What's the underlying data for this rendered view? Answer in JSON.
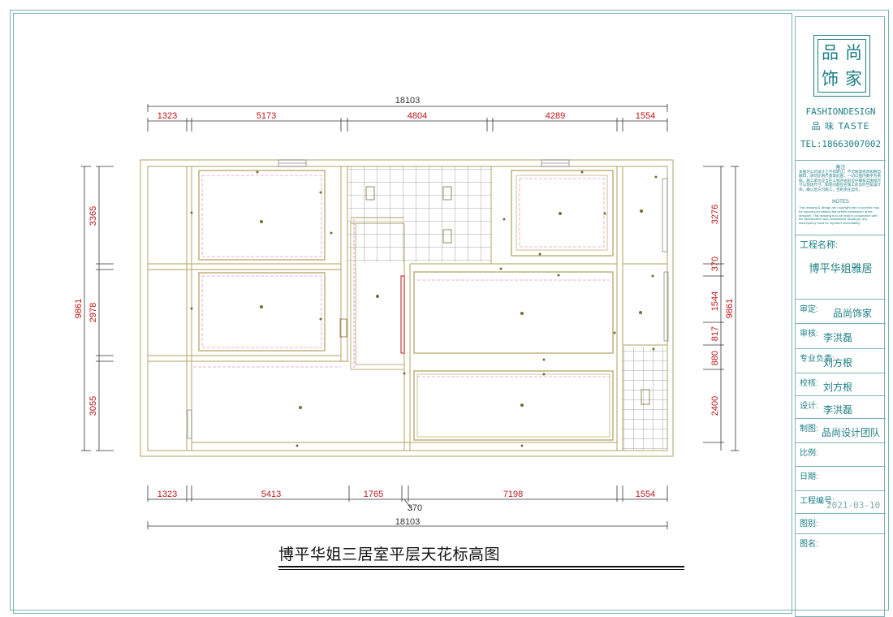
{
  "drawing": {
    "dimensions": {
      "top_total": "18103",
      "top_segments": [
        "1323",
        "5173",
        "4804",
        "4289",
        "1554"
      ],
      "bottom_segments": [
        "1323",
        "5413",
        "1765",
        "7198",
        "1554"
      ],
      "bottom_small": "370",
      "bottom_total": "18103",
      "left_segments": [
        "3365",
        "2978",
        "3055"
      ],
      "left_total": "9861",
      "right_segments": [
        "3276",
        "370",
        "1544",
        "817",
        "880",
        "2400"
      ],
      "right_total": "9861"
    },
    "colors": {
      "dimension_line": "#333333",
      "dimension_text": "#c0161b",
      "wall": "#bfb27a",
      "fixture": "#e39ad0",
      "tile": "#8a8a8a"
    }
  },
  "caption": "博平华姐三居室平层天花标高图",
  "title_block": {
    "logo_chars": [
      "品",
      "尚",
      "饰",
      "家"
    ],
    "brand_en": "FASHIONDESIGN",
    "brand_cn": "品 味 TASTE",
    "phone": "TEL:18663007002",
    "notes_title": "备注",
    "notes_body": "本图为公司设计之不得转让，不可随意修改和擅自翻印，请勿比例尺量取此图，一切以图内数字为依据。施工单位应当在工程开始前应仔细核实图纸尺寸与现场尺寸，如有问题应在施工前及时告知设计师，确认后方可施工，否则责任自负。",
    "notes_en_title": "NOTES",
    "notes_en": "This drawing & design are copyright and no portion may be reproduced without the written permission of the designer. This drawing is to be read in conjunction with the specification and consultants' drawings; any discrepancy must be reported immediately.",
    "project_label": "工程名称:",
    "project_name": "博平华姐雅居",
    "rows": [
      {
        "label": "审定:",
        "value": "品尚饰家"
      },
      {
        "label": "审核:",
        "value": "李洪磊"
      },
      {
        "label": "专业负责:",
        "value": "刘方根"
      },
      {
        "label": "校核:",
        "value": "刘方根"
      },
      {
        "label": "设计:",
        "value": "李洪磊"
      },
      {
        "label": "制图:",
        "value": "品尚设计团队"
      },
      {
        "label": "比例:",
        "value": ""
      },
      {
        "label": "日期:",
        "value": ""
      },
      {
        "label": "工程编号:",
        "value": "2021-03-10"
      },
      {
        "label": "图别:",
        "value": ""
      },
      {
        "label": "图名:",
        "value": ""
      }
    ]
  }
}
